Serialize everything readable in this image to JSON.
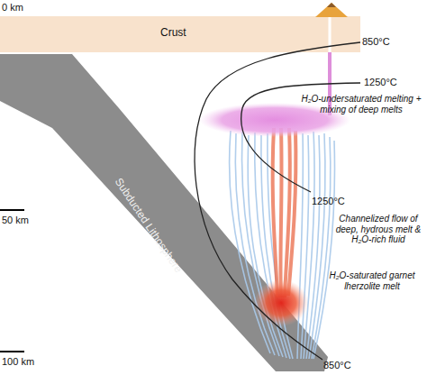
{
  "diagram": {
    "nodes": [
      {
        "text": [
          "Crust"
        ]
      },
      {
        "text": [
          "Subducted Lithosphere"
        ]
      }
    ],
    "labels": [
      "0 km",
      "850°C",
      "1250°C",
      "H₂O-undersaturated melting + mixing of deep melts",
      "1250°C",
      "Channelized flow of deep, hydrous melt & H₂O-rich fluid",
      "50 km",
      "H₂O-saturated garnet lherzolite melt",
      "100 km",
      "850°C"
    ]
  }
}
